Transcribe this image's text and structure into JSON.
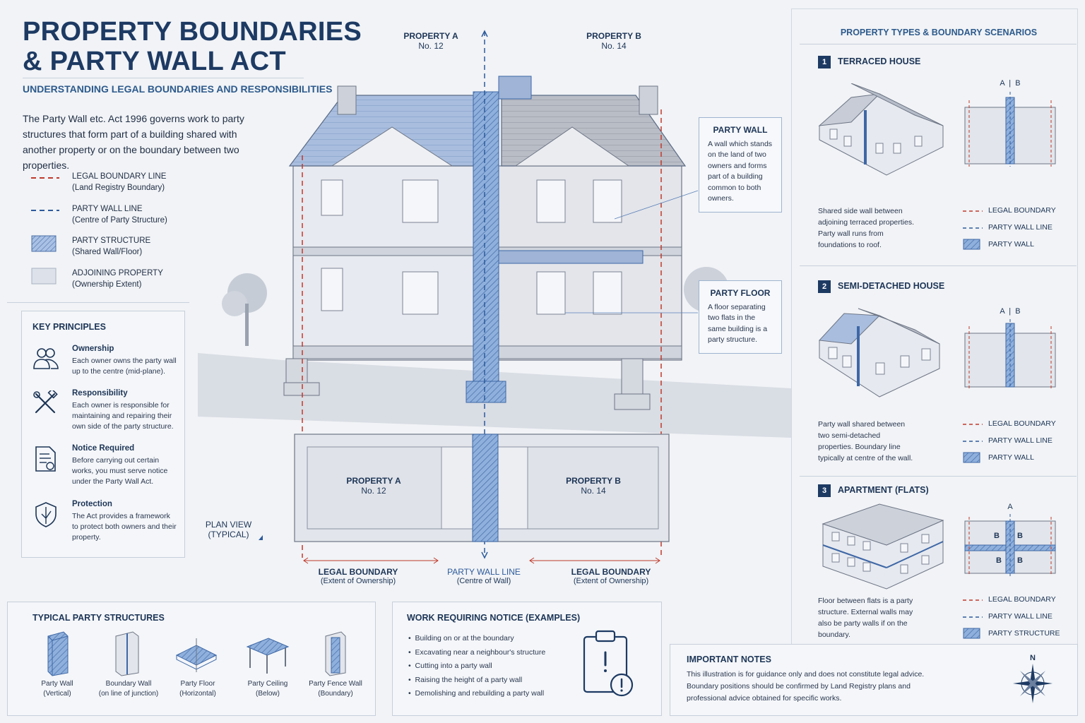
{
  "header": {
    "title_line1": "PROPERTY BOUNDARIES",
    "title_line2": "& PARTY WALL ACT",
    "subtitle": "UNDERSTANDING LEGAL BOUNDARIES AND RESPONSIBILITIES",
    "intro": "The Party Wall etc. Act 1996 governs work to party structures that form part of a building shared with another property or on the boundary between two properties."
  },
  "legend": [
    {
      "title": "LEGAL BOUNDARY LINE",
      "sub": "(Land Registry Boundary)",
      "color": "#c0392b"
    },
    {
      "title": "PARTY WALL LINE",
      "sub": "(Centre of Party Structure)",
      "color": "#2d5a9c"
    },
    {
      "title": "PARTY STRUCTURE",
      "sub": "(Shared Wall/Floor)",
      "color": "#7a9fd1"
    },
    {
      "title": "ADJOINING PROPERTY",
      "sub": "(Ownership Extent)",
      "color": "#dde2ea"
    }
  ],
  "key_principles": {
    "heading": "KEY PRINCIPLES",
    "items": [
      {
        "icon": "people-icon",
        "title": "Ownership",
        "desc": "Each owner owns the party wall up to the centre (mid-plane)."
      },
      {
        "icon": "tools-icon",
        "title": "Responsibility",
        "desc": "Each owner is responsible for maintaining and repairing their own side of the party structure."
      },
      {
        "icon": "document-icon",
        "title": "Notice Required",
        "desc": "Before carrying out certain works, you must serve notice under the Party Wall Act."
      },
      {
        "icon": "shield-icon",
        "title": "Protection",
        "desc": "The Act provides a framework to protect both owners and their property."
      }
    ]
  },
  "main_diagram": {
    "property_a": {
      "name": "PROPERTY A",
      "no": "No. 12"
    },
    "property_b": {
      "name": "PROPERTY B",
      "no": "No. 14"
    },
    "party_wall_callout": {
      "title": "PARTY WALL",
      "desc": "A wall which stands on the land of two owners and forms part of a building common to both owners."
    },
    "party_floor_callout": {
      "title": "PARTY FLOOR",
      "desc": "A floor separating two flats in the same building is a party structure."
    },
    "plan_view": {
      "line1": "PLAN VIEW",
      "line2": "(TYPICAL)"
    },
    "bottom_labels": [
      {
        "title": "LEGAL BOUNDARY",
        "sub": "(Extent of Ownership)"
      },
      {
        "title": "PARTY WALL LINE",
        "sub": "(Centre of Wall)"
      },
      {
        "title": "LEGAL BOUNDARY",
        "sub": "(Extent of Ownership)"
      }
    ]
  },
  "scenarios": {
    "heading": "PROPERTY TYPES & BOUNDARY SCENARIOS",
    "items": [
      {
        "num": "1",
        "title": "TERRACED HOUSE",
        "desc": "Shared side wall between adjoining terraced properties. Party wall runs from foundations to roof.",
        "section_labels": [
          "A",
          "B"
        ],
        "legend": [
          "LEGAL BOUNDARY",
          "PARTY WALL LINE",
          "PARTY WALL"
        ]
      },
      {
        "num": "2",
        "title": "SEMI-DETACHED HOUSE",
        "desc": "Party wall shared between two semi-detached properties. Boundary line typically at centre of the wall.",
        "section_labels": [
          "A",
          "B"
        ],
        "legend": [
          "LEGAL BOUNDARY",
          "PARTY WALL LINE",
          "PARTY WALL"
        ]
      },
      {
        "num": "3",
        "title": "APARTMENT (FLATS)",
        "desc": "Floor between flats is a party structure. External walls may also be party walls if on the boundary.",
        "section_labels": [
          "A",
          "B",
          "B",
          "B",
          "B"
        ],
        "legend": [
          "LEGAL BOUNDARY",
          "PARTY WALL LINE",
          "PARTY STRUCTURE"
        ]
      }
    ]
  },
  "typical_structures": {
    "heading": "TYPICAL PARTY STRUCTURES",
    "items": [
      {
        "title": "Party Wall",
        "sub": "(Vertical)"
      },
      {
        "title": "Boundary Wall",
        "sub": "(on line of junction)"
      },
      {
        "title": "Party Floor",
        "sub": "(Horizontal)"
      },
      {
        "title": "Party Ceiling",
        "sub": "(Below)"
      },
      {
        "title": "Party Fence Wall",
        "sub": "(Boundary)"
      }
    ]
  },
  "work_notice": {
    "heading": "WORK REQUIRING NOTICE (EXAMPLES)",
    "items": [
      "Building on or at the boundary",
      "Excavating near a neighbour's structure",
      "Cutting into a party wall",
      "Raising the height of a party wall",
      "Demolishing and rebuilding a party wall"
    ]
  },
  "important_notes": {
    "heading": "IMPORTANT NOTES",
    "text": "This illustration is for guidance only and does not constitute legal advice. Boundary positions should be confirmed by Land Registry plans and professional advice obtained for specific works."
  },
  "compass": {
    "north": "N"
  },
  "colors": {
    "boundary_red": "#c0392b",
    "party_blue": "#2d5a9c",
    "navy": "#1d3a63",
    "hatch_blue": "#7a9fd1"
  }
}
